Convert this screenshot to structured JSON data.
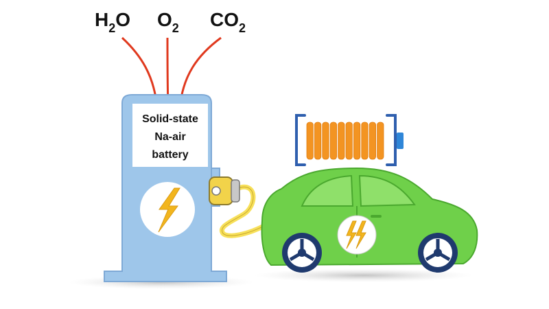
{
  "inputs": [
    {
      "base": "H",
      "sub": "2",
      "rest": "O"
    },
    {
      "base": "O",
      "sub": "2",
      "rest": ""
    },
    {
      "base": "CO",
      "sub": "2",
      "rest": ""
    }
  ],
  "station": {
    "label_lines": [
      "Solid-state",
      "Na-air",
      "battery"
    ]
  },
  "battery_indicator": {
    "cells": 10,
    "fill_fraction": 1.0
  },
  "colors": {
    "arrow": "#e0391e",
    "station_body": "#9ec6ea",
    "station_edge": "#7ea9d6",
    "car_body": "#6fd04a",
    "car_edge": "#4aa82e",
    "battery_cell": "#f39422",
    "battery_frame": "#2f5fae",
    "battery_terminal": "#2f86d8",
    "bolt": "#f2b51d",
    "cable": "#f7e05a",
    "wheel": "#1f3a6e"
  },
  "icons": [
    "lightning-bolt-icon",
    "plug-icon",
    "battery-icon",
    "car-icon"
  ]
}
